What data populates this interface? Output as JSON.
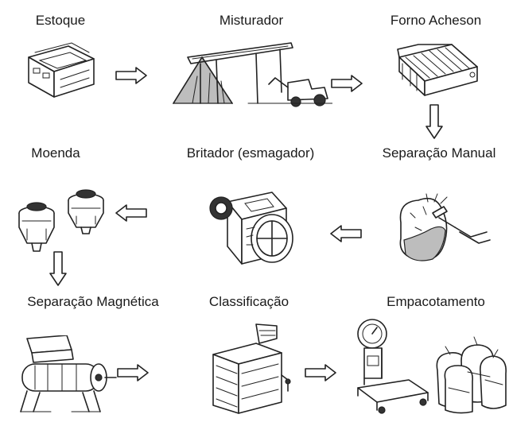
{
  "title": "",
  "steps": [
    {
      "id": "estoque",
      "label": "Estoque",
      "icon": "storage-bin-icon"
    },
    {
      "id": "misturador",
      "label": "Misturador",
      "icon": "mixer-conveyor-icon"
    },
    {
      "id": "forno",
      "label": "Forno Acheson",
      "icon": "acheson-furnace-icon"
    },
    {
      "id": "separacao_manual",
      "label": "Separação Manual",
      "icon": "manual-separation-icon"
    },
    {
      "id": "britador",
      "label": "Britador (esmagador)",
      "icon": "crusher-icon"
    },
    {
      "id": "moenda",
      "label": "Moenda",
      "icon": "mill-icon"
    },
    {
      "id": "separacao_magnetica",
      "label": "Separação Magnética",
      "icon": "magnetic-separator-icon"
    },
    {
      "id": "classificacao",
      "label": "Classificação",
      "icon": "classifier-icon"
    },
    {
      "id": "empacotamento",
      "label": "Empacotamento",
      "icon": "packaging-icon"
    }
  ],
  "arrow_color": "#222222"
}
